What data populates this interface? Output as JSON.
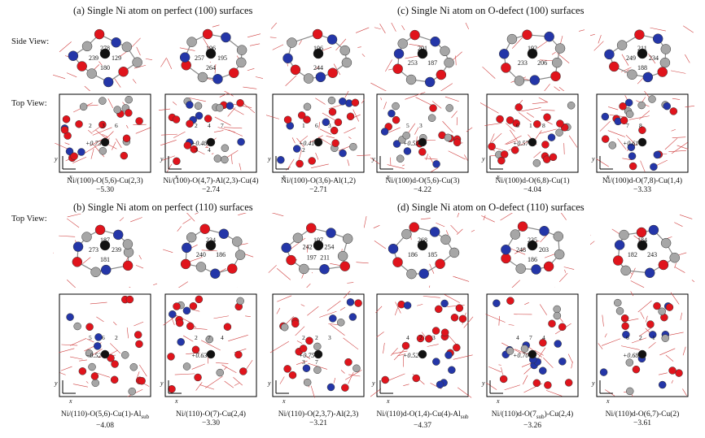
{
  "sections": {
    "a": "(a) Single Ni atom on perfect (100) surfaces",
    "b": "(b) Single Ni atom on perfect (110) surfaces",
    "c": "(c) Single Ni atom on O-defect (100) surfaces",
    "d": "(d) Single Ni atom on O-defect (110) surfaces"
  },
  "row_labels": {
    "side_view": "Side View:",
    "top_view_1": "Top View:",
    "top_view_2": "Top View:"
  },
  "captions": [
    {
      "label": "Ni/(100)-O(5,6)-Cu(2,3)",
      "energy": "−5.30"
    },
    {
      "label": "Ni/(100)-O(4,7)-Al(2,3)-Cu(4)",
      "energy": "−2.74"
    },
    {
      "label": "Ni/(100)-O(3,6)-Al(1,2)",
      "energy": "−2.71"
    },
    {
      "label": "Ni/(100)d-O(5,6)-Cu(3)",
      "energy": "−4.22"
    },
    {
      "label": "Ni/(100)d-O(6,8)-Cu(1)",
      "energy": "−4.04"
    },
    {
      "label": "Ni/(100)d-O(7,8)-Cu(1,4)",
      "energy": "−3.33"
    },
    {
      "label": "Ni/(110)-O(5,6)-Cu(1)-Al",
      "sub": "sub",
      "energy": "−4.08"
    },
    {
      "label": "Ni/(110)-O(7)-Cu(2,4)",
      "energy": "−3.30"
    },
    {
      "label": "Ni/(110)-O(2,3,7)-Al(2,3)",
      "energy": "−3.21"
    },
    {
      "label": "Ni/(110)d-O(1,4)-Cu(4)-Al",
      "sub": "sub",
      "energy": "−4.37"
    },
    {
      "label": "Ni/(110)d-O(7",
      "sub": "sub",
      "label_tail": ")-Cu(2,4)",
      "energy": "−3.26"
    },
    {
      "label": "Ni/(110)d-O(6,7)-Cu(2)",
      "energy": "−3.61"
    }
  ],
  "side_numbers": [
    [
      "278",
      "129",
      "180",
      "239"
    ],
    [
      "196",
      "195",
      "264",
      "257"
    ],
    [
      "196",
      "244"
    ],
    [
      "201",
      "187",
      "253"
    ],
    [
      "192",
      "206",
      "233"
    ],
    [
      "211",
      "234",
      "188",
      "249"
    ]
  ],
  "top_upper_labels": [
    {
      "charge": "+0.73",
      "sites": [
        "2",
        "3",
        "6"
      ]
    },
    {
      "charge": "+0.48",
      "sites": [
        "2",
        "4",
        "7",
        "3",
        "4"
      ]
    },
    {
      "charge": "+0.41",
      "sites": [
        "1",
        "6",
        "3",
        "2"
      ]
    },
    {
      "charge": "+0.55",
      "sites": [
        "5",
        "3"
      ]
    },
    {
      "charge": "+0.57",
      "sites": [
        "6",
        "1",
        "8"
      ]
    },
    {
      "charge": "+0.61",
      "sites": [
        "7",
        "8"
      ]
    }
  ],
  "b_side_numbers": [
    [
      "187",
      "239",
      "181",
      "273"
    ],
    [
      "234",
      "186",
      "240"
    ],
    [
      "197",
      "254",
      "211",
      "197",
      "242"
    ],
    [
      "268",
      "185",
      "186"
    ],
    [
      "235",
      "203",
      "186",
      "248"
    ],
    [
      "184",
      "243",
      "182"
    ]
  ],
  "b_top_labels": [
    {
      "charge": "−0.52",
      "sites": [
        "5",
        "6",
        "2"
      ]
    },
    {
      "charge": "+0.63",
      "sites": [
        "2",
        "7",
        "4"
      ]
    },
    {
      "charge": "+0.75",
      "sites": [
        "2",
        "2",
        "3",
        "3",
        "7"
      ]
    },
    {
      "charge": "+0.52",
      "sites": [
        "4",
        "2",
        "3"
      ]
    },
    {
      "charge": "+0.70",
      "sites": [
        "4",
        "7",
        "4"
      ]
    },
    {
      "charge": "+0.68",
      "sites": [
        "6",
        "2",
        "1"
      ]
    }
  ],
  "colors": {
    "oxygen": "#e0141c",
    "copper": "#2436a8",
    "aluminum": "#a6a6a6",
    "nickel": "#111111",
    "bond": "#d04040"
  }
}
